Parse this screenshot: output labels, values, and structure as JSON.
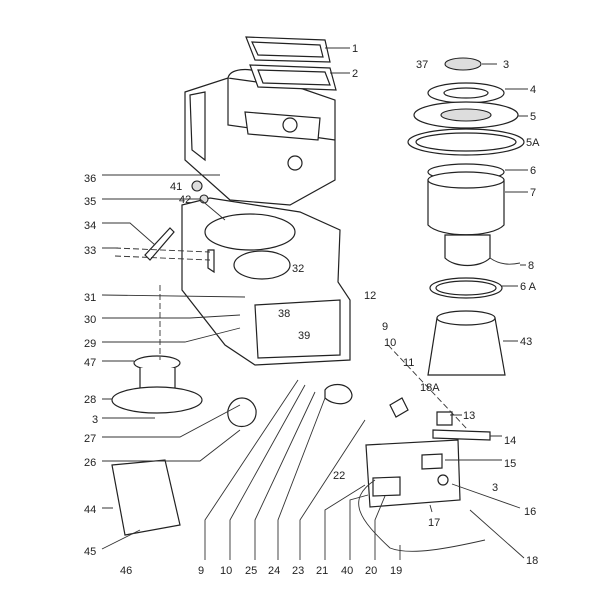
{
  "diagram": {
    "callouts": [
      "1",
      "2",
      "37",
      "3",
      "4",
      "5",
      "5A",
      "6",
      "7",
      "8",
      "6 A",
      "43",
      "36",
      "41",
      "42",
      "35",
      "34",
      "33",
      "32",
      "12",
      "31",
      "38",
      "30",
      "39",
      "9",
      "10",
      "11",
      "29",
      "47",
      "18A",
      "28",
      "3",
      "27",
      "13",
      "14",
      "15",
      "26",
      "3",
      "16",
      "44",
      "17",
      "22",
      "45",
      "18",
      "46",
      "9",
      "10",
      "25",
      "24",
      "23",
      "21",
      "40",
      "20",
      "19"
    ]
  },
  "colors": {
    "line": "#222222",
    "background": "#ffffff"
  }
}
